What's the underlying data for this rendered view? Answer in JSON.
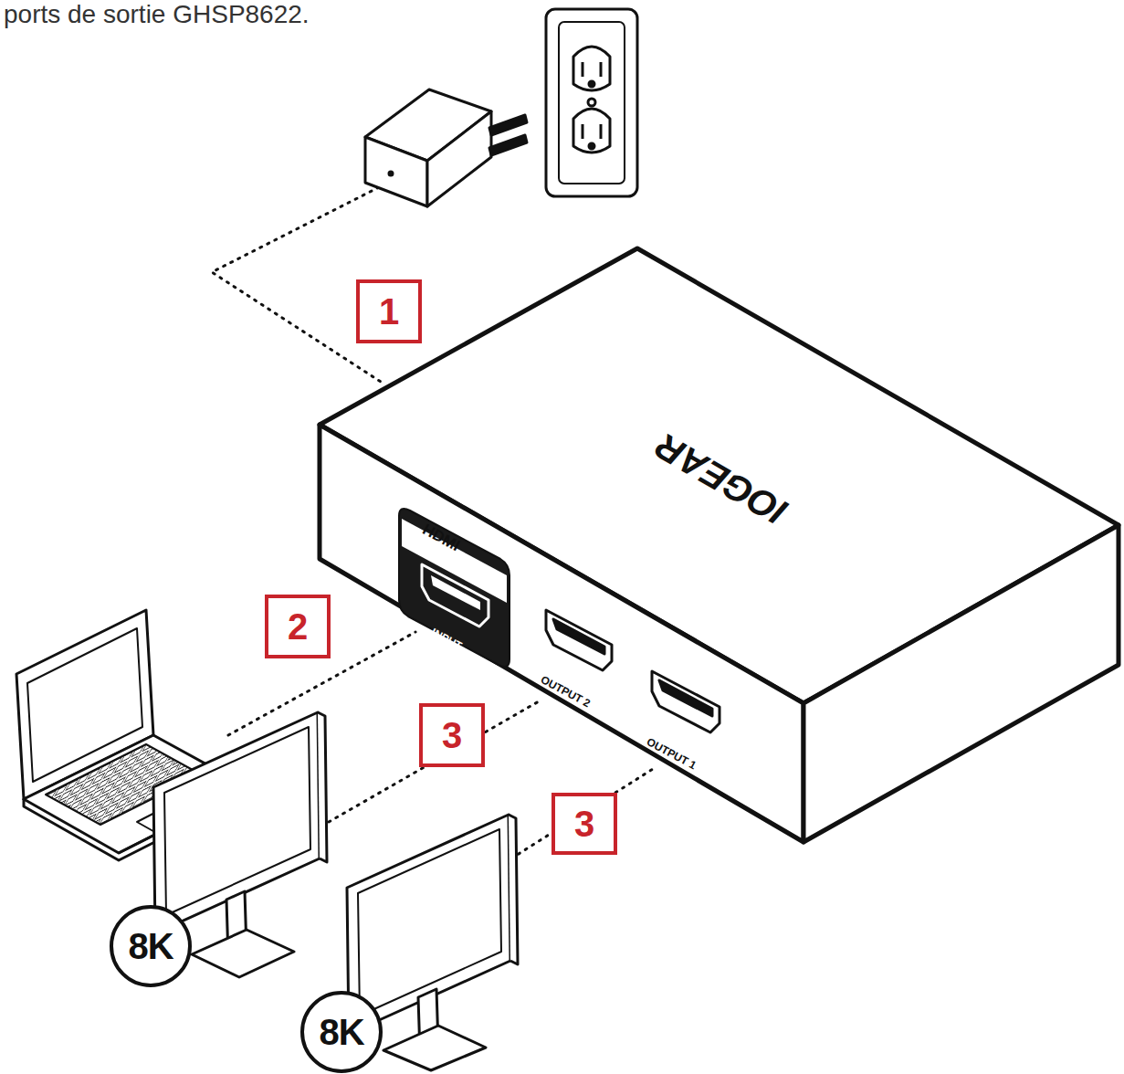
{
  "diagram": {
    "nodes": [
      {
        "text": [
          "1"
        ]
      },
      {
        "text": [
          "2"
        ]
      },
      {
        "text": [
          "3"
        ]
      },
      {
        "text": [
          "3"
        ]
      },
      {
        "text": [
          "8K"
        ]
      },
      {
        "text": [
          "8K"
        ]
      }
    ],
    "labels": [
      "ports de sortie GHSP8622.",
      "HDMI",
      "INPUT",
      "OUTPUT 2",
      "OUTPUT 1",
      "IOGEAR"
    ]
  }
}
